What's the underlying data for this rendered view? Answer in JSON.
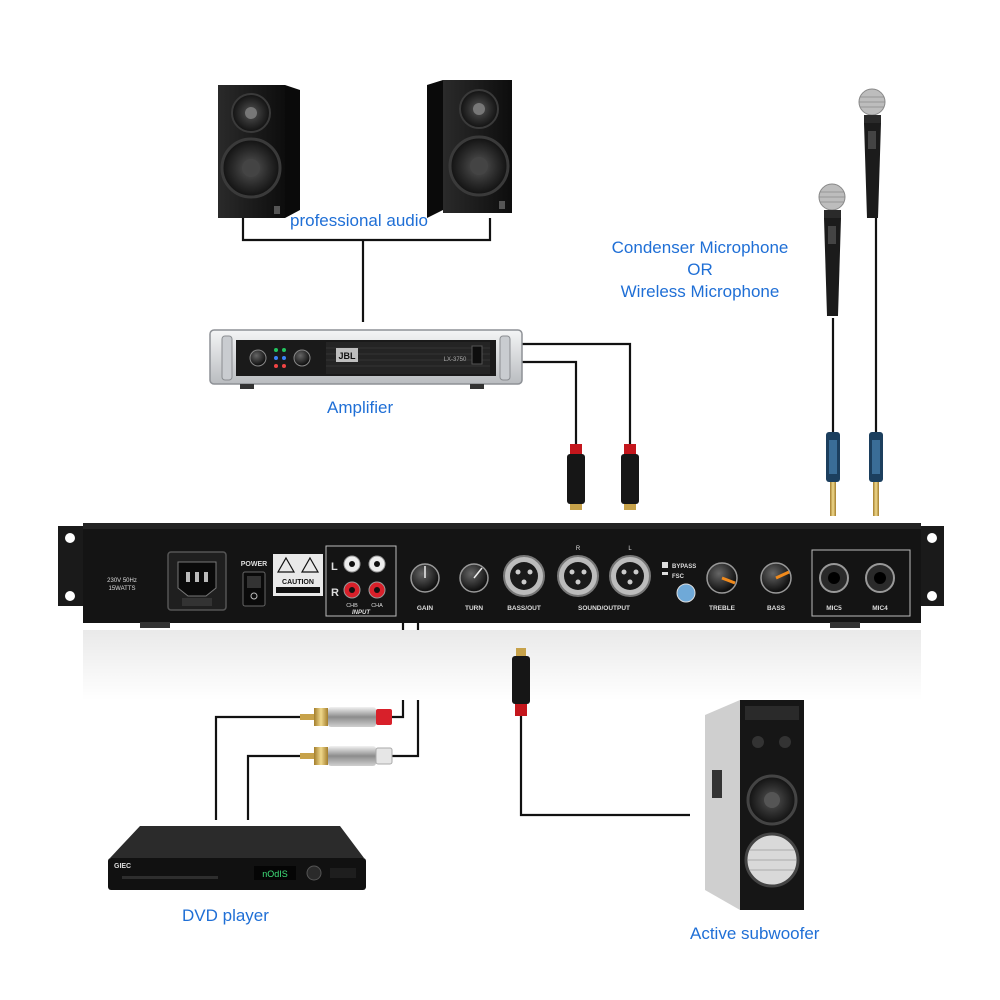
{
  "labels": {
    "speakers": "professional audio",
    "amplifier": "Amplifier",
    "mic_line1": "Condenser Microphone",
    "mic_line2": "OR",
    "mic_line3": "Wireless Microphone",
    "dvd": "DVD player",
    "subwoofer": "Active subwoofer"
  },
  "panel": {
    "power_spec_1": "230V 50Hz",
    "power_spec_2": "15WATTS",
    "power_label": "POWER",
    "caution": "CAUTION",
    "channel_l": "L",
    "channel_r": "R",
    "chb": "CHB",
    "cha": "CHA",
    "input_label": "INPUT",
    "gain_label": "GAIN",
    "turn_label": "TURN",
    "bass_out_label": "BASS/OUT",
    "sound_output_label": "SOUND/OUTPUT",
    "xlr_r": "R",
    "xlr_l": "L",
    "bypass_label": "BYPASS",
    "fsc_label": "FSC",
    "treble_label": "TREBLE",
    "bass_label": "BASS",
    "mic5_label": "MIC5",
    "mic4_label": "MIC4"
  },
  "devices": {
    "amp_brand": "JBL",
    "amp_model": "LX-3750",
    "dvd_brand": "GIEC",
    "dvd_display": "nOdIS"
  },
  "colors": {
    "caption": "#1f6fd6",
    "panel": "#141414",
    "cable": "#111111",
    "rca_red": "#d8202a",
    "rca_white": "#e6e6e6",
    "jack_red": "#c4161c",
    "jack_gold": "#c7a24a",
    "amp_silver": "#d9dbde",
    "knob_orange": "#f08a1c"
  }
}
